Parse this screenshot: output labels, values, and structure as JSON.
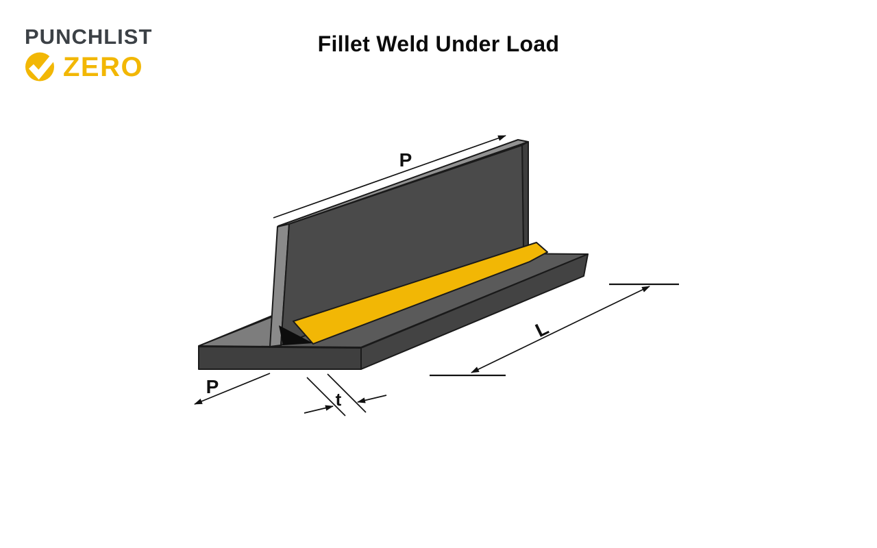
{
  "logo": {
    "line1": "PUNCHLIST",
    "line2": "ZERO",
    "icon": "check-circle"
  },
  "title": "Fillet Weld Under Load",
  "diagram": {
    "type": "fillet-weld-tee-joint-isometric",
    "labels": {
      "load_top": "P",
      "load_bottom": "P",
      "weld_length": "L",
      "thickness": "t"
    },
    "colors": {
      "weld": "#F2B705",
      "web_front": "#4A4A4A",
      "web_top": "#929292",
      "web_left": "#8A8A8A",
      "web_right": "#3E3E3E",
      "base_top_left": "#7D7D7D",
      "base_top_right": "#5A5A5A",
      "base_front_left": "#3F3F3F",
      "base_front_right": "#434343",
      "root_shadow": "#0d0d0d",
      "logo_text": "#3C4146",
      "logo_accent": "#F2B705",
      "check": "#FFFFFF"
    }
  }
}
